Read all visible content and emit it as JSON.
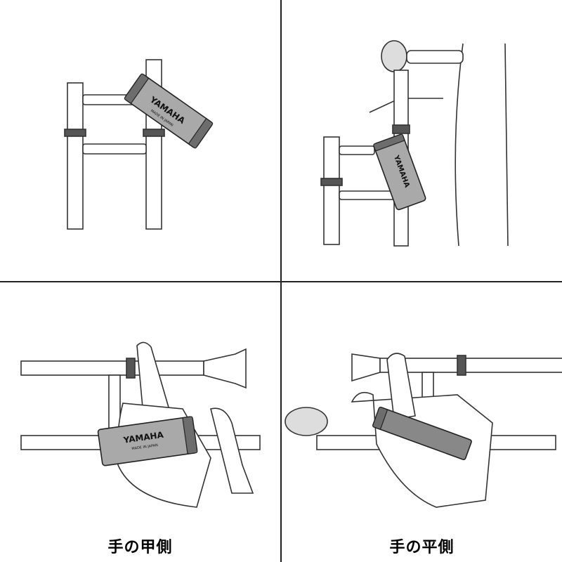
{
  "captions": {
    "bottom_left": "手の甲側",
    "bottom_right": "手の平側"
  },
  "product": {
    "brand": "YAMAHA",
    "origin": "MADE IN JAPAN"
  },
  "colors": {
    "line": "#333333",
    "body_fill": "#a9a9a9",
    "cap_fill": "#6d6d6d",
    "tube_fill": "#ffffff"
  }
}
